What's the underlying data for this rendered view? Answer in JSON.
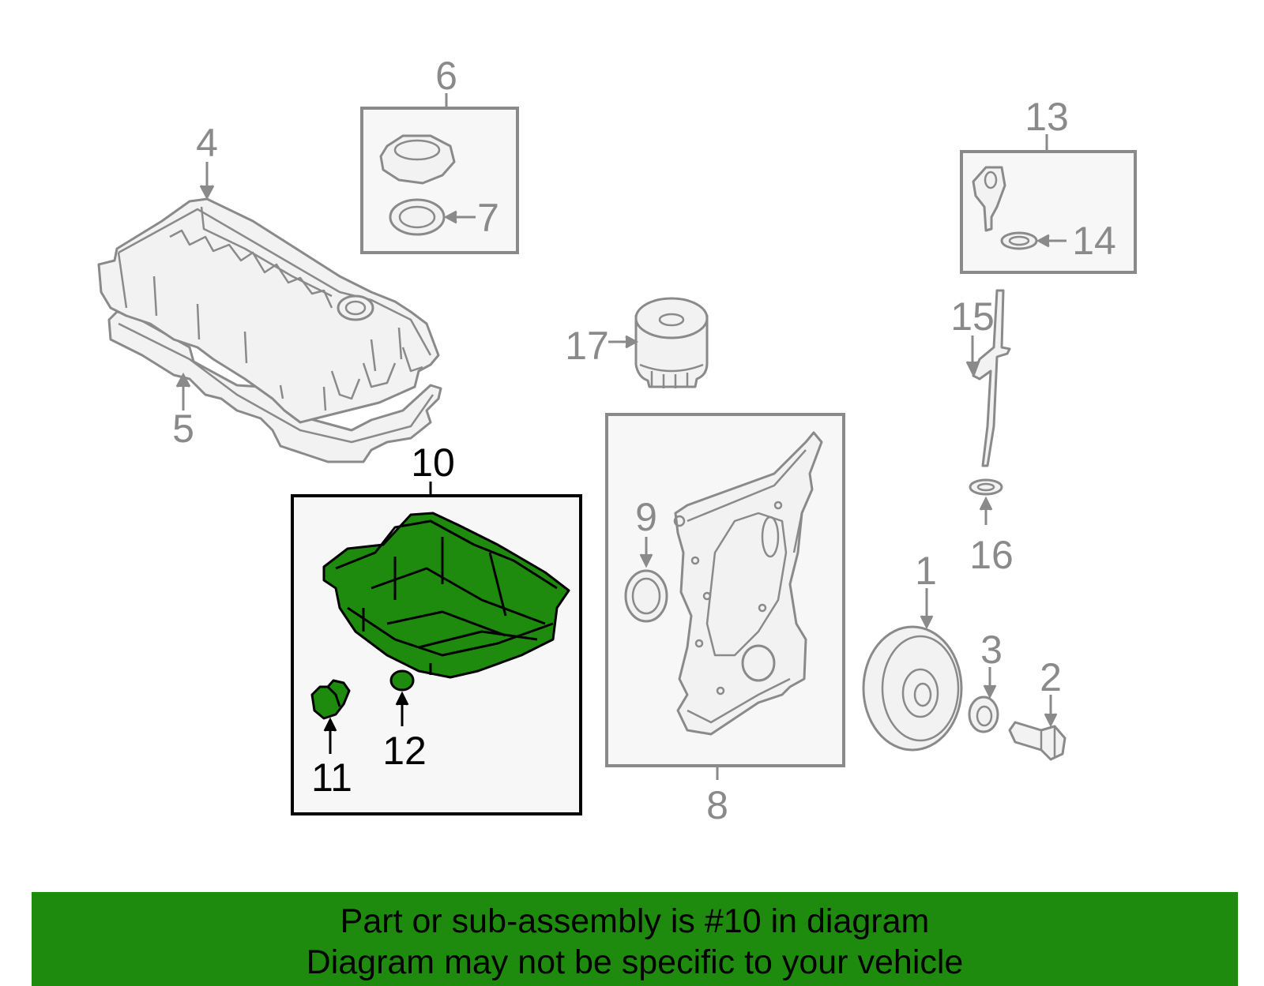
{
  "callouts": {
    "c1": "1",
    "c2": "2",
    "c3": "3",
    "c4": "4",
    "c5": "5",
    "c6": "6",
    "c7": "7",
    "c8": "8",
    "c9": "9",
    "c10": "10",
    "c11": "11",
    "c12": "12",
    "c13": "13",
    "c14": "14",
    "c15": "15",
    "c16": "16",
    "c17": "17"
  },
  "highlighted_callout": "10",
  "colors": {
    "banner": "#1f8b0e",
    "highlight_part": "#1f8b0e",
    "part_line": "#8a8a8a"
  },
  "banner": {
    "line1": "Part or sub-assembly is #10 in diagram",
    "line2": "Diagram may not be specific to your vehicle"
  }
}
